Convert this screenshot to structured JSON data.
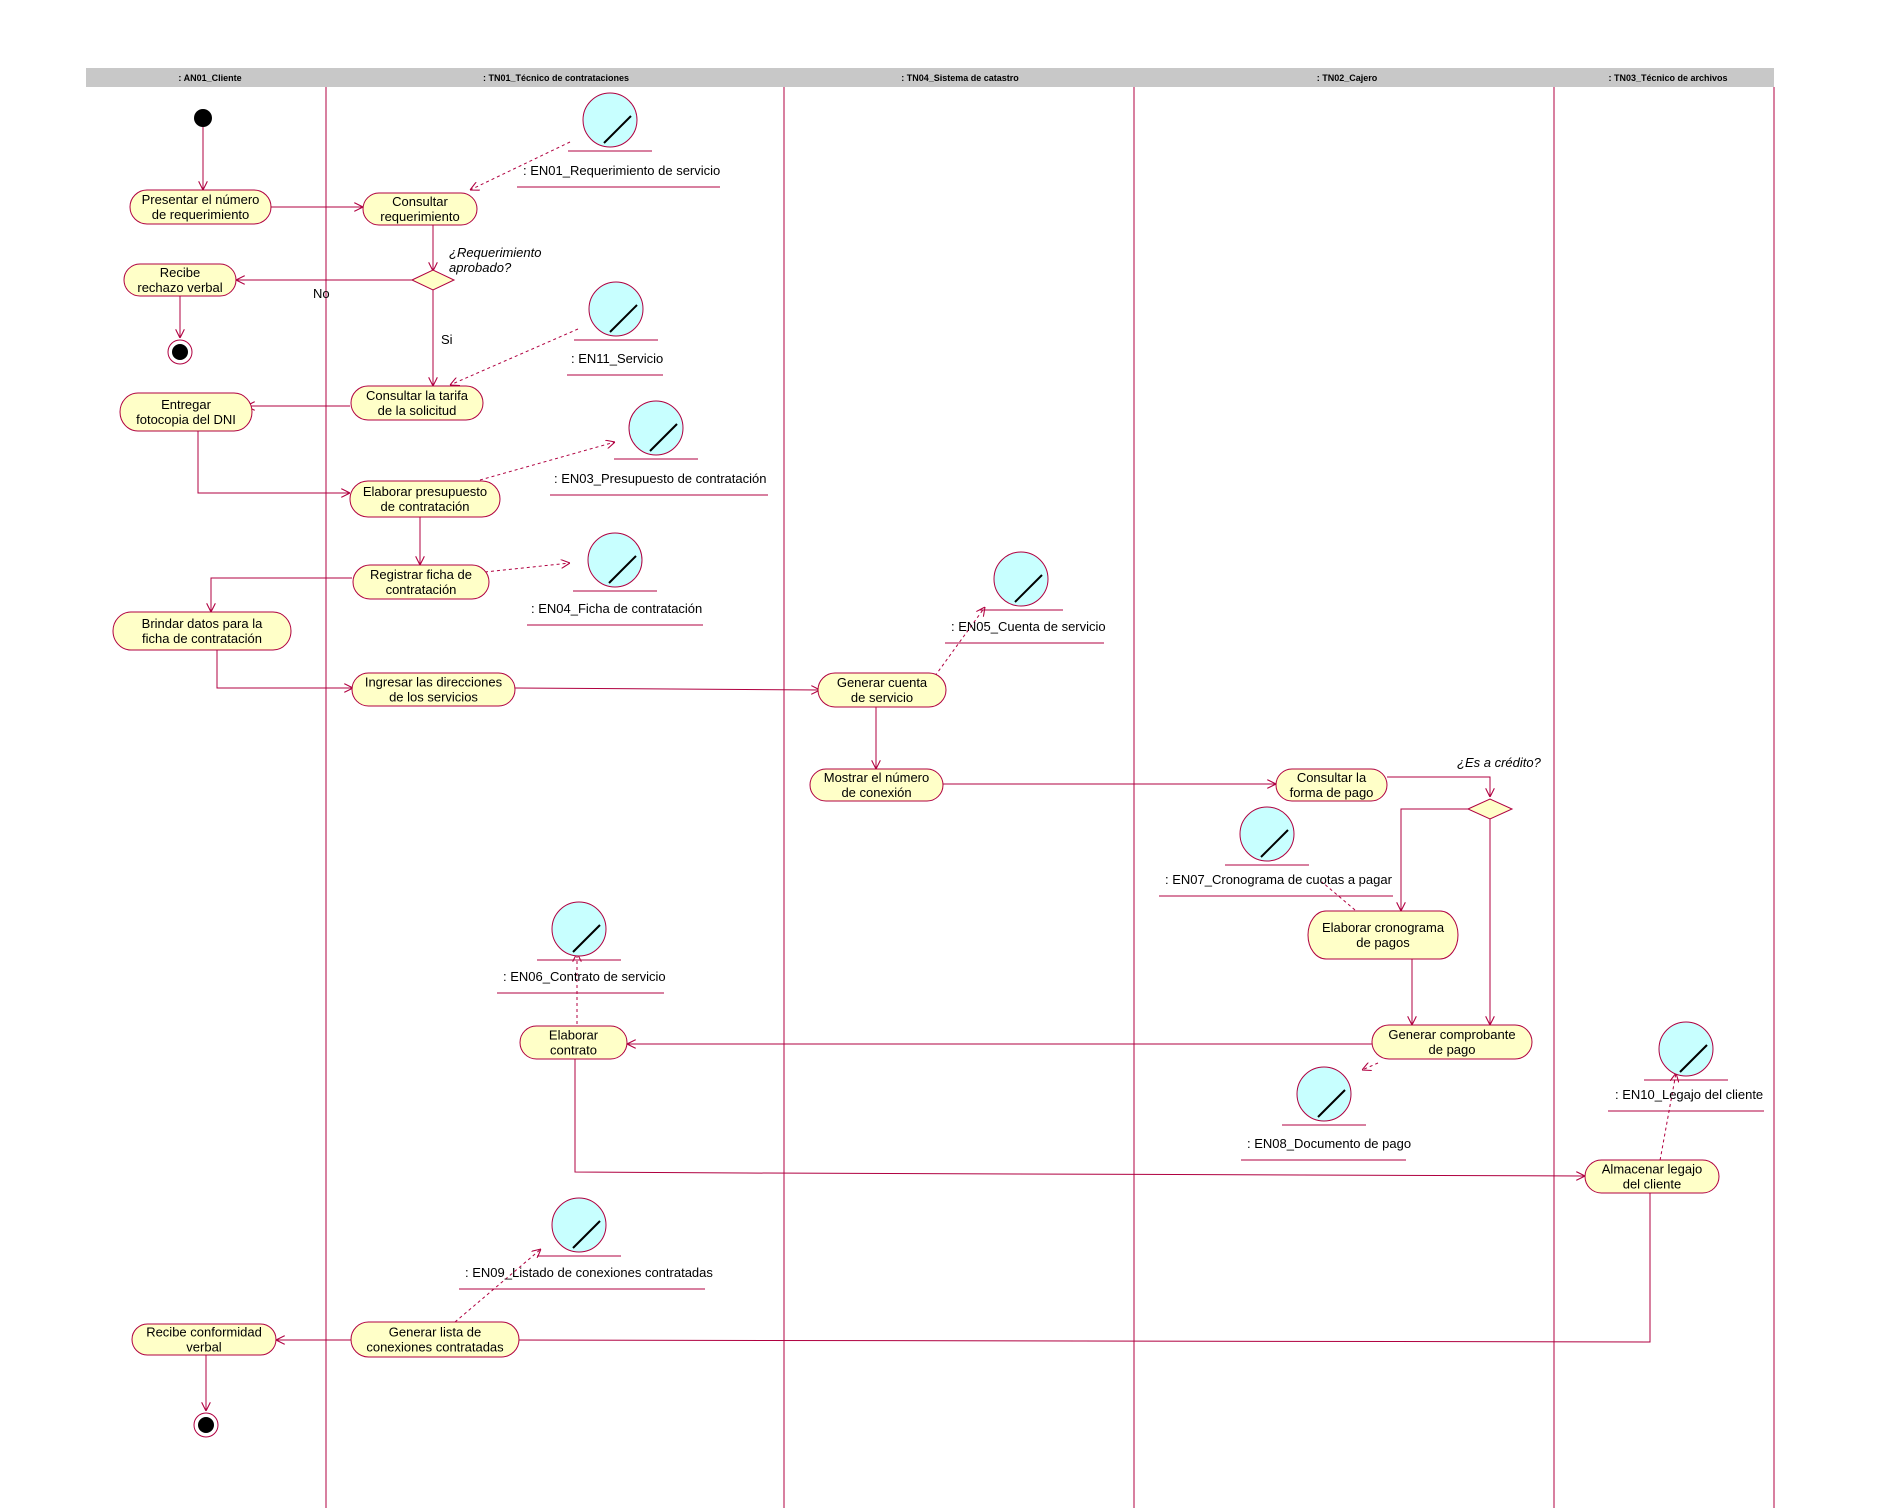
{
  "swimlanes": [
    {
      "id": "lane-cliente",
      "label": ": AN01_Cliente"
    },
    {
      "id": "lane-tecnico-contrataciones",
      "label": ": TN01_Técnico de contrataciones"
    },
    {
      "id": "lane-sistema-catastro",
      "label": ": TN04_Sistema de catastro"
    },
    {
      "id": "lane-cajero",
      "label": ": TN02_Cajero"
    },
    {
      "id": "lane-tecnico-archivos",
      "label": ": TN03_Técnico de archivos"
    }
  ],
  "activities": {
    "a1": [
      "Presentar el número",
      "de requerimiento"
    ],
    "a2": [
      "Consultar",
      "requerimiento"
    ],
    "a3": [
      "Recibe",
      "rechazo verbal"
    ],
    "a4": [
      "Consultar la tarifa",
      "de la solicitud"
    ],
    "a5": [
      "Entregar",
      "fotocopia del DNI"
    ],
    "a6": [
      "Elaborar presupuesto",
      "de contratación"
    ],
    "a7": [
      "Registrar ficha de",
      "contratación"
    ],
    "a8": [
      "Brindar datos para la",
      "ficha de contratación"
    ],
    "a9": [
      "Ingresar las direcciones",
      "de los servicios"
    ],
    "a10": [
      "Generar cuenta",
      "de servicio"
    ],
    "a11": [
      "Mostrar el número",
      "de conexión"
    ],
    "a12": [
      "Consultar la",
      "forma de pago"
    ],
    "a13": [
      "Elaborar cronograma",
      "de pagos"
    ],
    "a14": [
      "Generar comprobante",
      "de pago"
    ],
    "a15": [
      "Elaborar",
      "contrato"
    ],
    "a16": [
      "Almacenar legajo",
      "del cliente"
    ],
    "a17": [
      "Generar lista de",
      "conexiones contratadas"
    ],
    "a18": [
      "Recibe conformidad",
      "verbal"
    ]
  },
  "entities": {
    "en01": ": EN01_Requerimiento de servicio",
    "en11": ": EN11_Servicio",
    "en03": ": EN03_Presupuesto de contratación",
    "en04": ": EN04_Ficha de contratación",
    "en05": ": EN05_Cuenta de servicio",
    "en07": ": EN07_Cronograma de cuotas a pagar",
    "en06": ": EN06_Contrato de servicio",
    "en08": ": EN08_Documento de pago",
    "en10": ": EN10_Legajo del cliente",
    "en09": ": EN09_Listado de conexiones contratadas"
  },
  "decisions": {
    "d1": {
      "question": [
        "¿Requerimiento",
        "aprobado?"
      ],
      "no": "No",
      "yes": "Si"
    },
    "d2": {
      "question": [
        "¿Es a crédito?"
      ]
    }
  },
  "colors": {
    "line": "#b00040",
    "activity_fill": "#ffffc8",
    "object_fill": "#c8ffff",
    "header": "#c8c8c8"
  }
}
